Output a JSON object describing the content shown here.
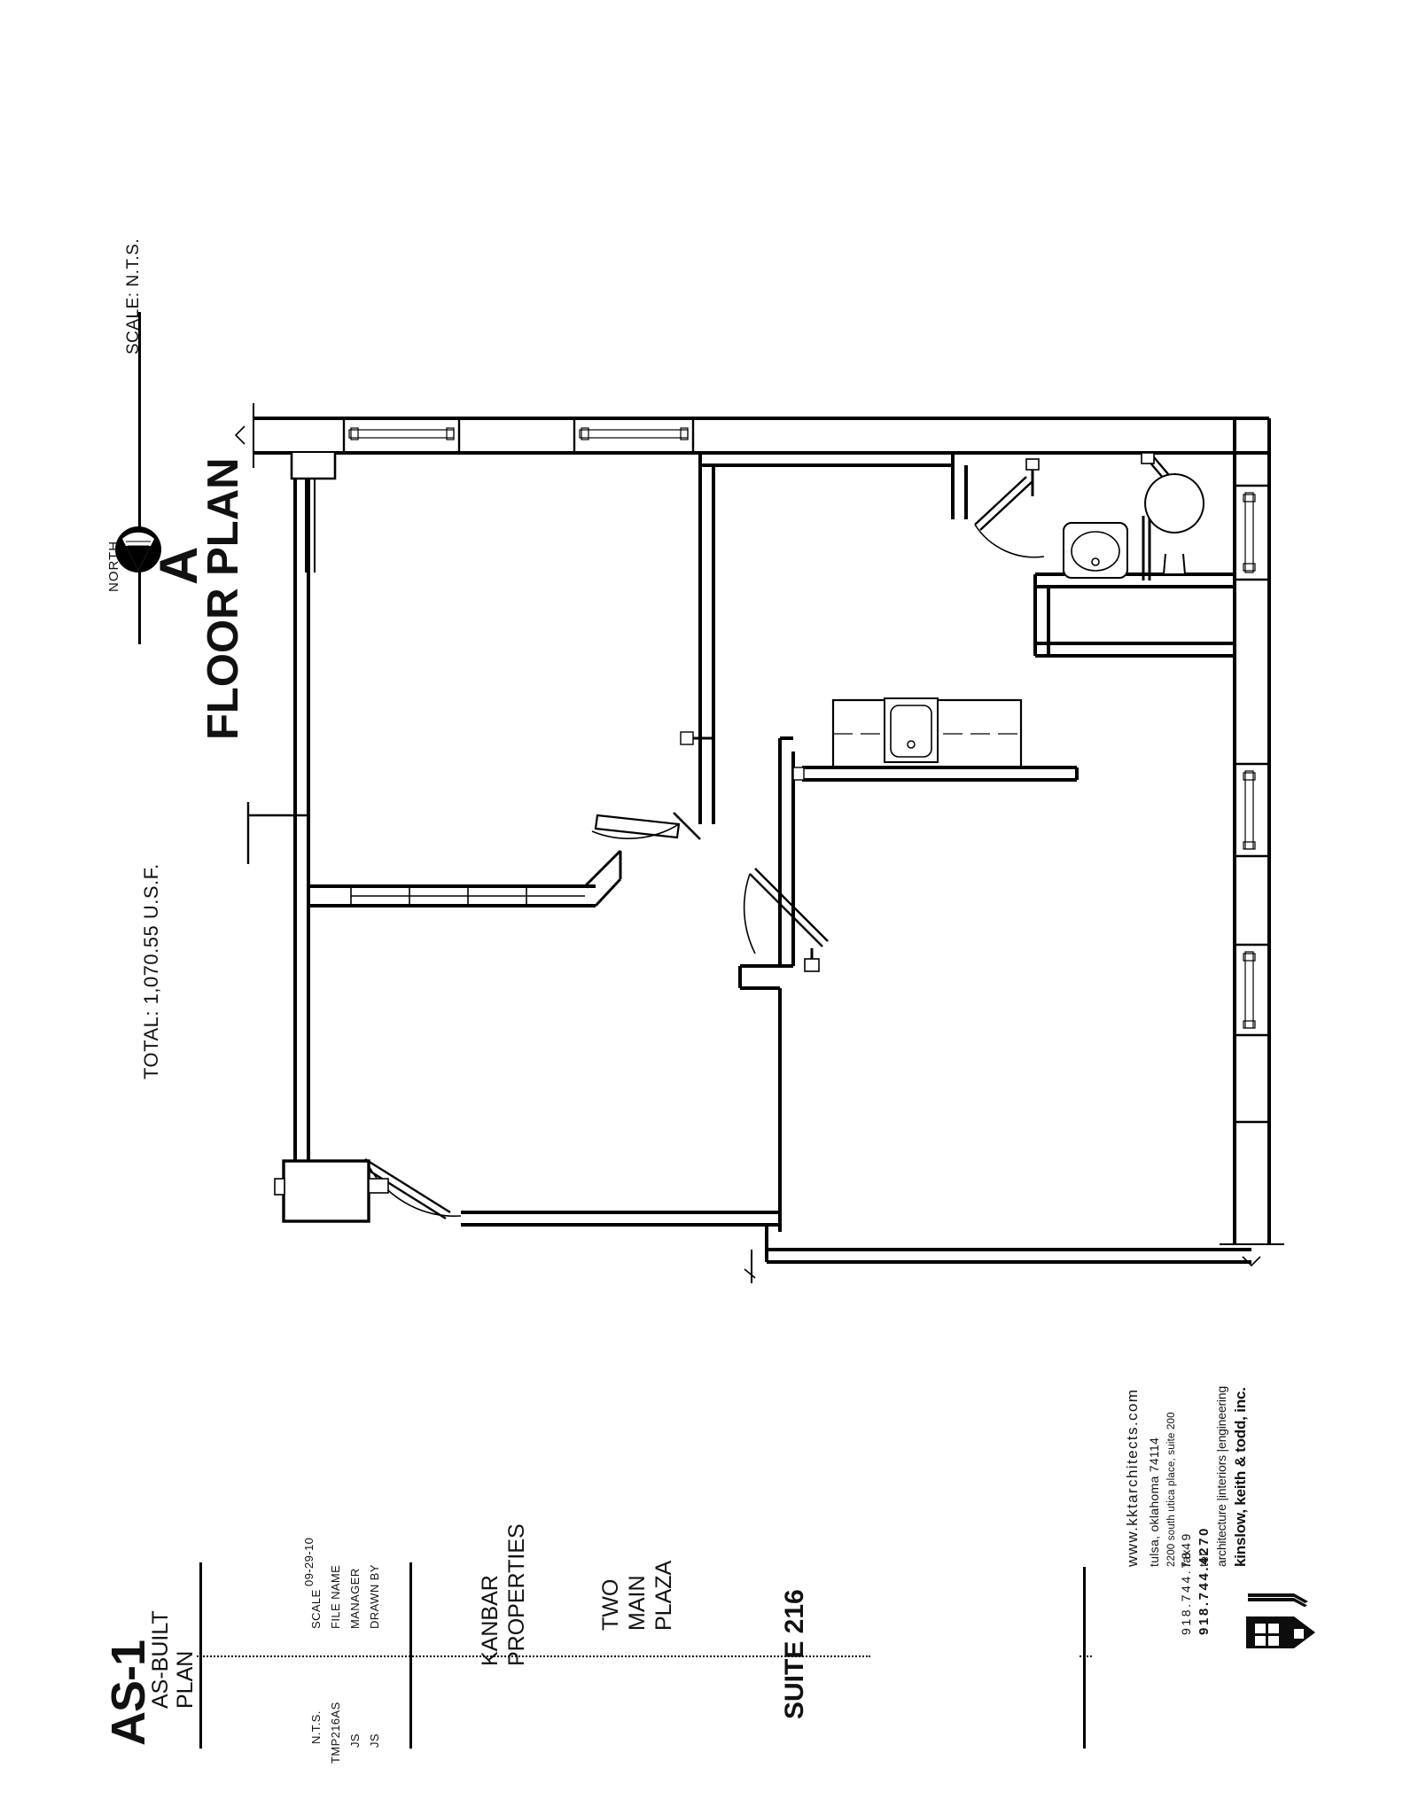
{
  "sheet": {
    "plan_label_letter": "A",
    "plan_label_text": "FLOOR PLAN",
    "plan_scale": "SCALE: N.T.S.",
    "north_label": "NORTH",
    "total_area": "TOTAL: 1,070.55 U.S.F."
  },
  "titleblock": {
    "sheet_number": "AS-1",
    "sheet_name_line1": "AS-BUILT",
    "sheet_name_line2": "PLAN",
    "issue_date": "09-29-10",
    "meta": [
      {
        "key": "SCALE",
        "value": "N.T.S."
      },
      {
        "key": "FILE NAME",
        "value": "TMP216AS"
      },
      {
        "key": "MANAGER",
        "value": "JS"
      },
      {
        "key": "DRAWN BY",
        "value": "JS"
      }
    ],
    "client_line1": "KANBAR",
    "client_line2": "PROPERTIES",
    "project_line1": "TWO",
    "project_line2": "MAIN",
    "project_line3": "PLAZA",
    "suite": "SUITE 216"
  },
  "firm": {
    "name": "kinslow, keith & todd, inc.",
    "disciplines": "architecture |interiors |engineering",
    "tel_label": "tel",
    "tel_number": "918.744.4270",
    "fax_label": "fax",
    "fax_number": "918.744.7849",
    "address": "2200 south utica place, suite 200",
    "city_state_zip": "tulsa, oklahoma   74114",
    "website": "www.kktarchitects.com",
    "logo_icon": "house-logo-icon"
  },
  "colors": {
    "ink": "#000000",
    "paper": "#ffffff",
    "thin": "#1a1a1a"
  }
}
